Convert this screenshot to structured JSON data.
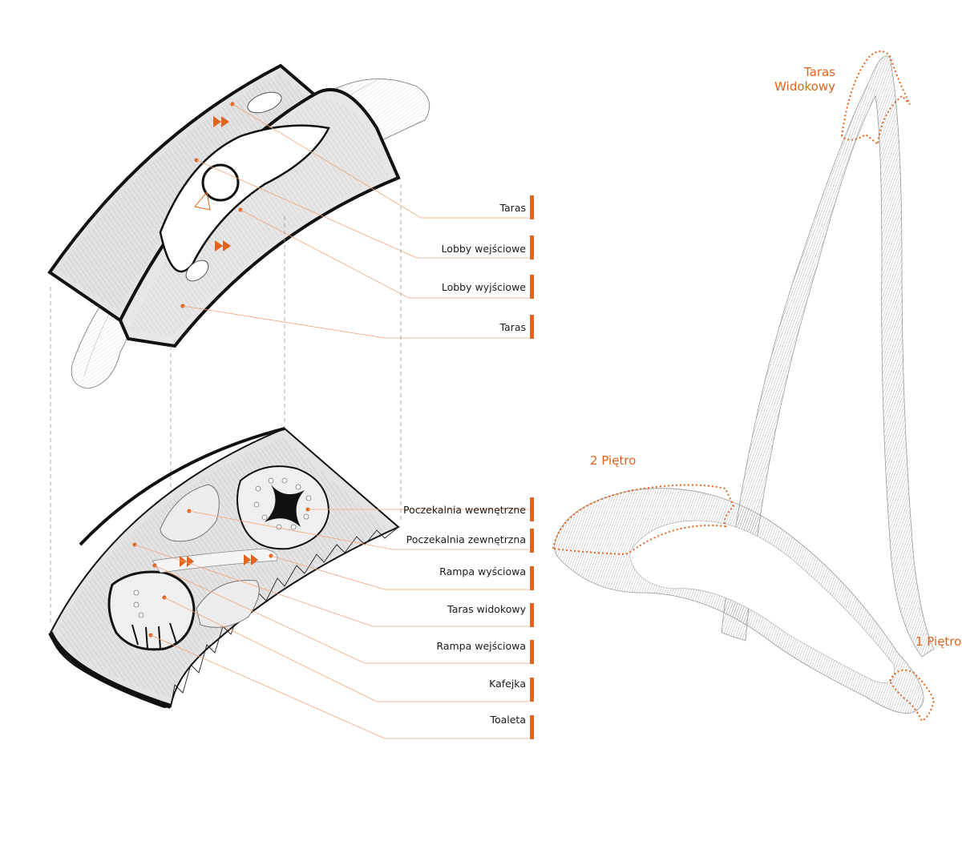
{
  "upper_plan": {
    "labels": [
      {
        "id": "taras-1",
        "text": "Taras"
      },
      {
        "id": "lobby-wejsciowe",
        "text": "Lobby wejściowe"
      },
      {
        "id": "lobby-wyjsciowe",
        "text": "Lobby wyjściowe"
      },
      {
        "id": "taras-2",
        "text": "Taras"
      }
    ]
  },
  "lower_plan": {
    "labels": [
      {
        "id": "poczekalnia-wewnetrzne",
        "text": "Poczekalnia wewnętrzne"
      },
      {
        "id": "poczekalnia-zewnetrzna",
        "text": "Poczekalnia zewnętrzna"
      },
      {
        "id": "rampa-wysciowa",
        "text": "Rampa wyściowa"
      },
      {
        "id": "taras-widokowy",
        "text": "Taras widokowy"
      },
      {
        "id": "rampa-wejsciowa",
        "text": "Rampa wejściowa"
      },
      {
        "id": "kafejka",
        "text": "Kafejka"
      },
      {
        "id": "toaleta",
        "text": "Toaleta"
      }
    ]
  },
  "sculpture": {
    "label_taras_line1": "Taras",
    "label_taras_line2": "Widokowy",
    "label_2_pietro": "2 Piętro",
    "label_1_pietro": "1 Piętro"
  },
  "colors": {
    "accent": "#e2641c",
    "line": "#111111",
    "fill": "#e6e6e6"
  }
}
